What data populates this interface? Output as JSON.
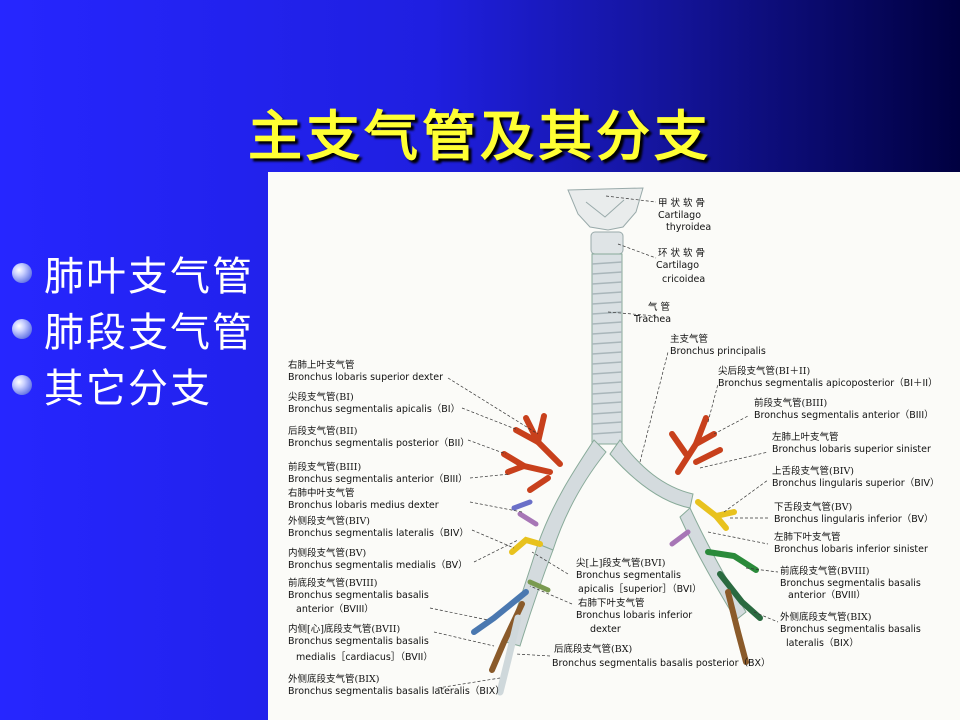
{
  "slide": {
    "title": "主支气管及其分支",
    "bullets": [
      "肺叶支气管",
      "肺段支气管",
      "其它分支"
    ]
  },
  "figure": {
    "top_labels": [
      {
        "zh": "甲 状 软 骨",
        "en1": "Cartilago",
        "en2": "thyroidea"
      },
      {
        "zh": "环 状 软 骨",
        "en1": "Cartilago",
        "en2": "cricoidea"
      },
      {
        "zh": "气       管",
        "en1": "Trachea",
        "en2": ""
      }
    ],
    "right_labels": [
      {
        "zh": "主支气管",
        "en": "Bronchus principalis",
        "en2": ""
      },
      {
        "zh": "尖后段支气管(BI＋II)",
        "en": "Bronchus segmentalis apicoposterior（BI＋II）",
        "en2": ""
      },
      {
        "zh": "前段支气管(BIII)",
        "en": "Bronchus segmentalis anterior（BIII）",
        "en2": ""
      },
      {
        "zh": "左肺上叶支气管",
        "en": "Bronchus lobaris superior sinister",
        "en2": ""
      },
      {
        "zh": "上舌段支气管(BIV)",
        "en": "Bronchus lingularis superior（BIV）",
        "en2": ""
      },
      {
        "zh": "下舌段支气管(BV)",
        "en": "Bronchus lingularis inferior（BV）",
        "en2": ""
      },
      {
        "zh": "左肺下叶支气管",
        "en": "Bronchus lobaris inferior sinister",
        "en2": ""
      },
      {
        "zh": "前底段支气管(BVIII)",
        "en": "Bronchus segmentalis basalis",
        "en2": "anterior（BVIII）"
      },
      {
        "zh": "外侧底段支气管(BIX)",
        "en": "Bronchus segmentalis basalis",
        "en2": "lateralis（BIX）"
      }
    ],
    "left_labels": [
      {
        "zh": "右肺上叶支气管",
        "en": "Bronchus lobaris superior dexter",
        "en2": ""
      },
      {
        "zh": "尖段支气管(BI)",
        "en": "Bronchus segmentalis apicalis（BI）",
        "en2": ""
      },
      {
        "zh": "后段支气管(BII)",
        "en": "Bronchus segmentalis posterior（BII）",
        "en2": ""
      },
      {
        "zh": "前段支气管(BIII)",
        "en": "Bronchus segmentalis anterior（BIII）",
        "en2": ""
      },
      {
        "zh": "右肺中叶支气管",
        "en": "Bronchus lobaris medius dexter",
        "en2": ""
      },
      {
        "zh": "外侧段支气管(BIV)",
        "en": "Bronchus segmentalis lateralis（BIV）",
        "en2": ""
      },
      {
        "zh": "内侧段支气管(BV)",
        "en": "Bronchus segmentalis medialis（BV）",
        "en2": ""
      },
      {
        "zh": "前底段支气管(BVIII)",
        "en": "Bronchus segmentalis basalis",
        "en2": "anterior（BVIII）"
      },
      {
        "zh": "内侧[心]底段支气管(BVII)",
        "en": "Bronchus segmentalis basalis",
        "en2": "medialis［cardiacus］（BVII）"
      },
      {
        "zh": "外侧底段支气管(BIX)",
        "en": "Bronchus segmentalis basalis lateralis（BIX）",
        "en2": ""
      }
    ],
    "center_labels": [
      {
        "zh": "尖[上]段支气管(BVI)",
        "en": "Bronchus segmentalis",
        "en2": "apicalis［superior］（BVI）"
      },
      {
        "zh": "右肺下叶支气管",
        "en": "Bronchus lobaris inferior",
        "en2": "dexter"
      },
      {
        "zh": "后底段支气管(BX)",
        "en": "Bronchus segmentalis basalis posterior（BX）",
        "en2": ""
      }
    ]
  }
}
